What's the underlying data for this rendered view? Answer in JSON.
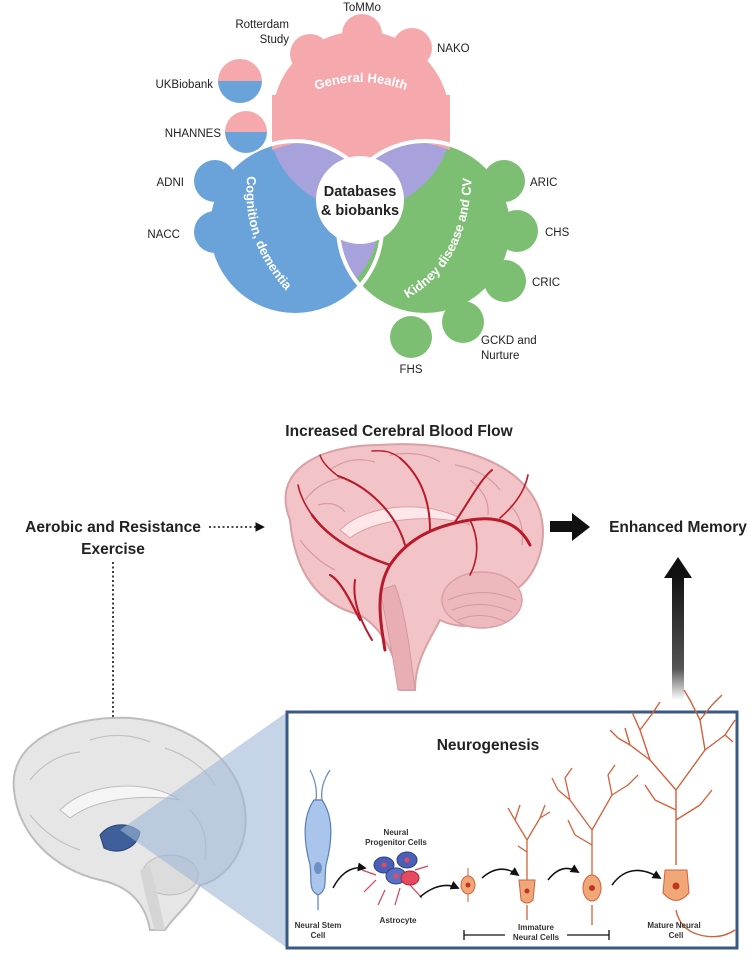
{
  "venn": {
    "center_line1": "Databases",
    "center_line2": "& biobanks",
    "general": "General Health",
    "cognition": "Cognition, dementia",
    "kidney": "Kidney disease and CV"
  },
  "databases": {
    "tommo": "ToMMo",
    "rotterdam_1": "Rotterdam",
    "rotterdam_2": "Study",
    "nako": "NAKO",
    "ukbiobank": "UKBiobank",
    "nhannes": "NHANNES",
    "adni": "ADNI",
    "nacc": "NACC",
    "aric": "ARIC",
    "chs": "CHS",
    "cric": "CRIC",
    "gckd_1": "GCKD and",
    "gckd_2": "Nurture",
    "fhs": "FHS"
  },
  "pathway": {
    "blood_flow_title": "Increased Cerebral Blood Flow",
    "exercise_1": "Aerobic and Resistance",
    "exercise_2": "Exercise",
    "memory": "Enhanced Memory"
  },
  "neuro": {
    "title": "Neurogenesis",
    "stem_1": "Neural Stem",
    "stem_2": "Cell",
    "progenitor": "Neural",
    "progenitor_2": "Progenitor Cells",
    "astrocyte": "Astrocyte",
    "immature_1": "Immature",
    "immature_2": "Neural Cells",
    "mature_1": "Mature Neural",
    "mature_2": "Cell"
  },
  "colors": {
    "pink": "#f5a9ad",
    "blue": "#6aa3d9",
    "green": "#7cbf72",
    "purple": "#a7a2dc",
    "brain_pink": "#f3c4c7",
    "vessel": "#b81a2a",
    "panel_border": "#3a5a85",
    "neuron": "#f0a878",
    "neuron_stroke": "#d4603a"
  }
}
